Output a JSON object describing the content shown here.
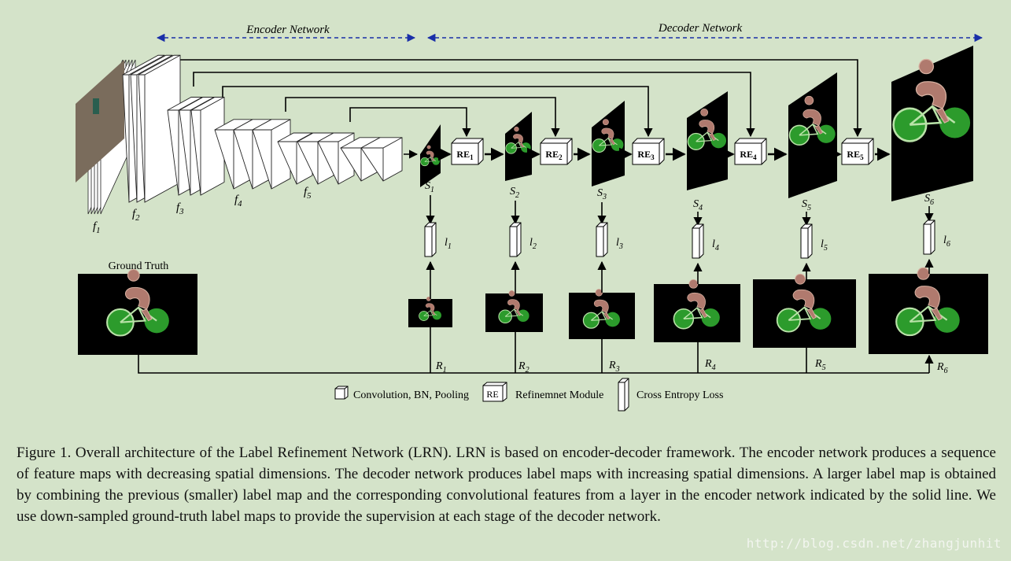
{
  "header": {
    "encoder": "Encoder Network",
    "decoder": "Decoder Network"
  },
  "encoder": {
    "feature_labels": [
      {
        "base": "f",
        "sub": "1"
      },
      {
        "base": "f",
        "sub": "2"
      },
      {
        "base": "f",
        "sub": "3"
      },
      {
        "base": "f",
        "sub": "4"
      },
      {
        "base": "f",
        "sub": "5"
      }
    ]
  },
  "decoder": {
    "re_modules": [
      {
        "base": "RE",
        "sub": "1"
      },
      {
        "base": "RE",
        "sub": "2"
      },
      {
        "base": "RE",
        "sub": "3"
      },
      {
        "base": "RE",
        "sub": "4"
      },
      {
        "base": "RE",
        "sub": "5"
      }
    ],
    "stages": [
      {
        "s": {
          "base": "S",
          "sub": "1"
        },
        "l": {
          "base": "l",
          "sub": "1"
        },
        "r": {
          "base": "R",
          "sub": "1"
        }
      },
      {
        "s": {
          "base": "S",
          "sub": "2"
        },
        "l": {
          "base": "l",
          "sub": "2"
        },
        "r": {
          "base": "R",
          "sub": "2"
        }
      },
      {
        "s": {
          "base": "S",
          "sub": "3"
        },
        "l": {
          "base": "l",
          "sub": "3"
        },
        "r": {
          "base": "R",
          "sub": "3"
        }
      },
      {
        "s": {
          "base": "S",
          "sub": "4"
        },
        "l": {
          "base": "l",
          "sub": "4"
        },
        "r": {
          "base": "R",
          "sub": "4"
        }
      },
      {
        "s": {
          "base": "S",
          "sub": "5"
        },
        "l": {
          "base": "l",
          "sub": "5"
        },
        "r": {
          "base": "R",
          "sub": "5"
        }
      },
      {
        "s": {
          "base": "S",
          "sub": "6"
        },
        "l": {
          "base": "l",
          "sub": "6"
        },
        "r": {
          "base": "R",
          "sub": "6"
        }
      }
    ]
  },
  "ground_truth": {
    "label": "Ground Truth"
  },
  "legend": {
    "conv": "Convolution, BN, Pooling",
    "re_symbol": "RE",
    "re": "Refinemnet Module",
    "loss": "Cross Entropy Loss"
  },
  "caption": "Figure 1. Overall architecture of the Label Refinement Network (LRN). LRN is based on encoder-decoder framework. The encoder network produces a sequence of feature maps with decreasing spatial dimensions. The decoder network produces label maps with increasing spatial dimensions. A larger label map is obtained by combining the previous (smaller) label map and the corresponding convolutional features from a layer in the encoder network indicated by the solid line. We use down-sampled ground-truth label maps to provide the supervision at each stage of the decoder network.",
  "watermark": "http://blog.csdn.net/zhangjunhit",
  "colors": {
    "background": "#d4e3c9",
    "dashed_arrow": "#1a2fa8",
    "rider": "#b07a6e",
    "bike": "#2c9b2c",
    "map_bg": "#000000"
  }
}
